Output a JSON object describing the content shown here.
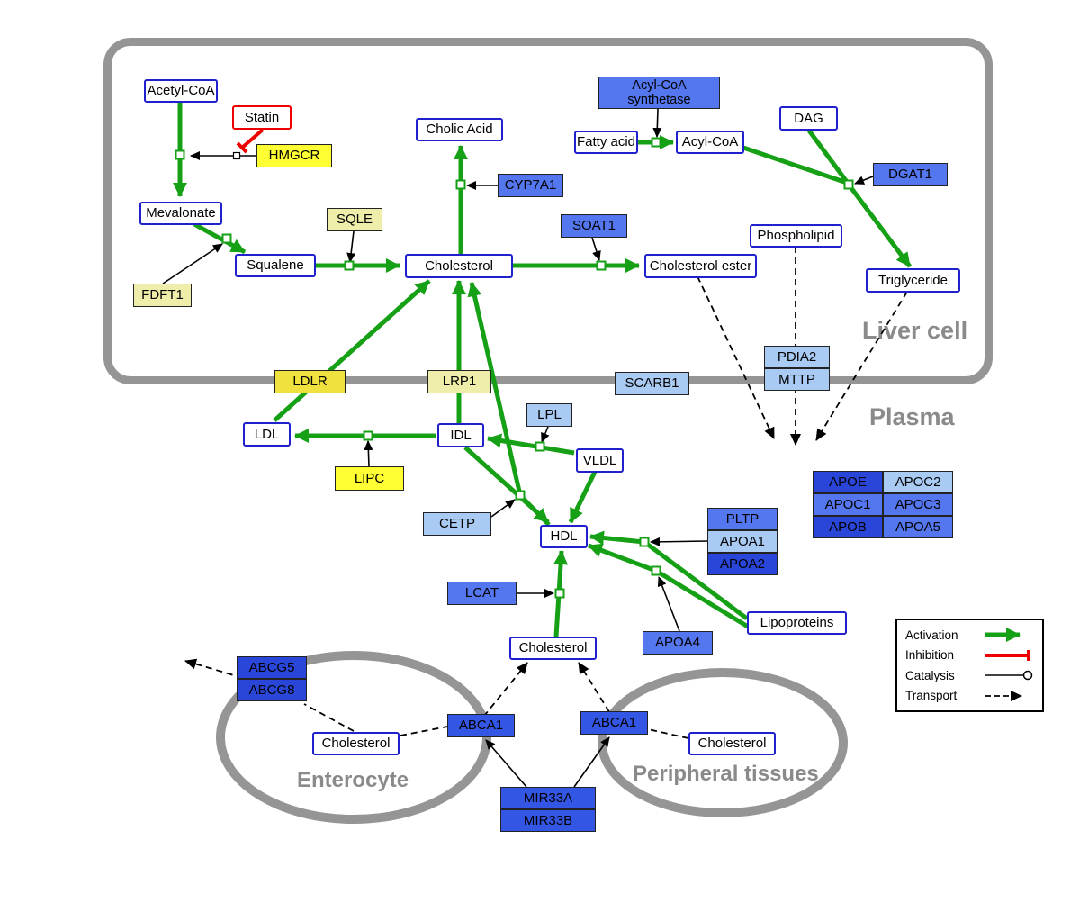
{
  "compartments": {
    "liver": "Liver cell",
    "plasma": "Plasma",
    "enterocyte": "Enterocyte",
    "peripheral": "Peripheral tissues"
  },
  "nodes": {
    "acetyl_coa": "Acetyl-CoA",
    "statin": "Statin",
    "hmgcr": "HMGCR",
    "mevalonate": "Mevalonate",
    "sqle": "SQLE",
    "fdft1": "FDFT1",
    "squalene": "Squalene",
    "cholesterol_liver": "Cholesterol",
    "cholic_acid": "Cholic Acid",
    "cyp7a1": "CYP7A1",
    "soat1": "SOAT1",
    "cholesterol_ester": "Cholesterol ester",
    "acyl_coa_synthetase": "Acyl-CoA synthetase",
    "fatty_acid": "Fatty acid",
    "acyl_coa": "Acyl-CoA",
    "dag": "DAG",
    "dgat1": "DGAT1",
    "phospholipid": "Phospholipid",
    "triglyceride": "Triglyceride",
    "pdia2": "PDIA2",
    "mttp": "MTTP",
    "ldlr": "LDLR",
    "lrp1": "LRP1",
    "scarb1": "SCARB1",
    "ldl": "LDL",
    "idl": "IDL",
    "lpl": "LPL",
    "vldl": "VLDL",
    "lipc": "LIPC",
    "cetp": "CETP",
    "hdl": "HDL",
    "lcat": "LCAT",
    "pltp": "PLTP",
    "apoa1": "APOA1",
    "apoa2": "APOA2",
    "apoa4": "APOA4",
    "lipoproteins": "Lipoproteins",
    "cholesterol_plasma": "Cholesterol",
    "apoe": "APOE",
    "apoc2": "APOC2",
    "apoc1": "APOC1",
    "apoc3": "APOC3",
    "apob": "APOB",
    "apoa5": "APOA5",
    "abcg5": "ABCG5",
    "abcg8": "ABCG8",
    "cholesterol_enterocyte": "Cholesterol",
    "abca1_enterocyte": "ABCA1",
    "abca1_peripheral": "ABCA1",
    "cholesterol_peripheral": "Cholesterol",
    "mir33a": "MIR33A",
    "mir33b": "MIR33B"
  },
  "legend": {
    "activation": "Activation",
    "inhibition": "Inhibition",
    "catalysis": "Catalysis",
    "transport": "Transport"
  },
  "colors": {
    "activation_green": "#15a015",
    "inhibition_red": "#ee0000",
    "metabolite_border_blue": "#2020cc",
    "gene_blue_light": "#a9cbf3",
    "gene_blue_medium": "#5476ee",
    "gene_blue_strong": "#3356e5",
    "gene_blue_dark": "#2946d9",
    "gene_yellow_bright": "#ffff33",
    "gene_yellow_pale": "#eeeeaa",
    "compartment_gray": "#959595"
  }
}
